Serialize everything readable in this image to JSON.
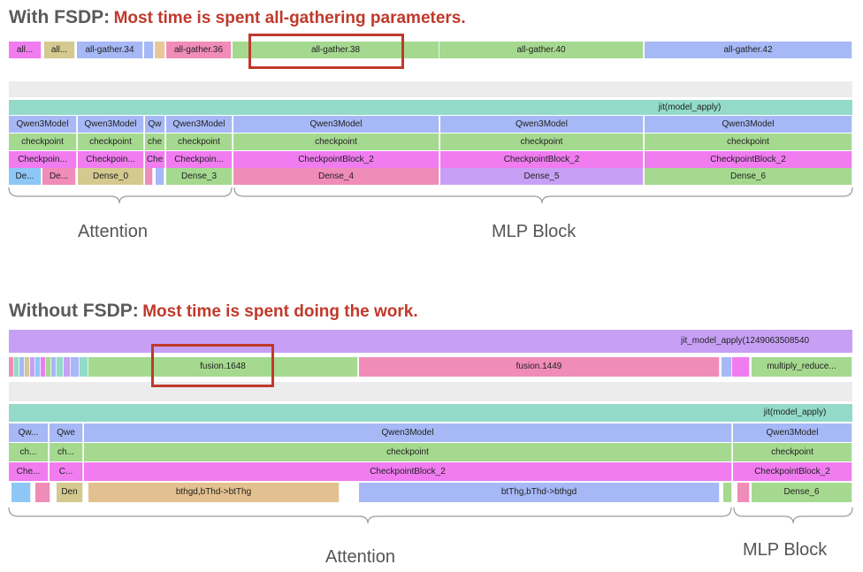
{
  "top": {
    "prefix": "With FSDP:",
    "suffix": "Most time is spent all-gathering parameters.",
    "rows": {
      "gather": [
        "all...",
        "all...",
        "all-gather.34",
        "all-gather.36",
        "all-gather.38",
        "all-gather.40",
        "all-gather.42"
      ],
      "jit": "jit(model_apply)",
      "model": [
        "Qwen3Model",
        "Qwen3Model",
        "Qw",
        "Qwen3Model",
        "Qwen3Model",
        "Qwen3Model",
        "Qwen3Model"
      ],
      "checkpoint": [
        "checkpoint",
        "checkpoint",
        "che",
        "checkpoint",
        "checkpoint",
        "checkpoint",
        "checkpoint"
      ],
      "block": [
        "Checkpoin...",
        "Checkpoin...",
        "Che",
        "Checkpoin...",
        "CheckpointBlock_2",
        "CheckpointBlock_2",
        "CheckpointBlock_2"
      ],
      "dense": [
        "De...",
        "De...",
        "Dense_0",
        "Dense_3",
        "Dense_4",
        "Dense_5",
        "Dense_6"
      ]
    },
    "attention_label": "Attention",
    "mlp_label": "MLP Block"
  },
  "bottom": {
    "prefix": "Without FSDP:",
    "suffix": "Most time is spent doing the work.",
    "rows": {
      "jit_top": "jit_model_apply(1249063508540",
      "fusion": [
        "fusion.1648",
        "fusion.1449",
        "multiply_reduce..."
      ],
      "jit": "jit(model_apply)",
      "model": [
        "Qw...",
        "Qwe",
        "Qwen3Model",
        "Qwen3Model"
      ],
      "checkpoint": [
        "ch...",
        "ch...",
        "checkpoint",
        "checkpoint"
      ],
      "block": [
        "Che...",
        "C...",
        "CheckpointBlock_2",
        "CheckpointBlock_2"
      ],
      "dense": [
        "Den",
        "bthgd,bThd->btThg",
        "btThg,bThd->bthgd",
        "Dense_6"
      ]
    },
    "attention_label": "Attention",
    "mlp_label": "MLP Block"
  },
  "colors": {
    "red": "#c0392b",
    "pink": "#f08cb8",
    "yellow": "#d4c98e",
    "blue": "#a6b8f5",
    "green": "#a5d98f",
    "purple": "#c7a0f5",
    "magenta": "#f07cf0",
    "teal": "#93dbc8"
  }
}
